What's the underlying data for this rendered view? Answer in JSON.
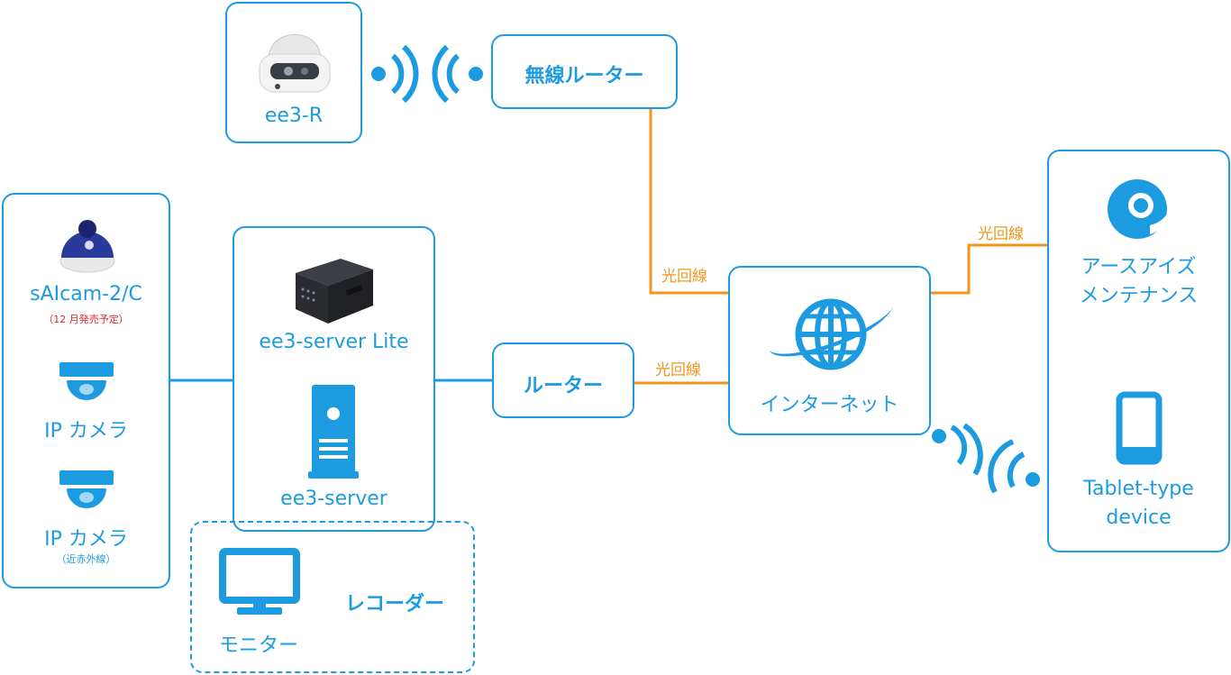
{
  "devices": {
    "ee3r": "ee3-R",
    "wireless_router": "無線ルーター",
    "saicam": "sAIcam-2/C",
    "saicam_note": "（12 月発売予定）",
    "ipcam1": "IP カメラ",
    "ipcam2": "IP カメラ",
    "ipcam2_note": "（近赤外線）",
    "server_lite": "ee3-server Lite",
    "server": "ee3-server",
    "router": "ルーター",
    "internet": "インターネット",
    "earth_eyes_line1": "アースアイズ",
    "earth_eyes_line2": "メンテナンス",
    "tablet_line1": "Tablet-type",
    "tablet_line2": "device",
    "monitor": "モニター",
    "recorder": "レコーダー"
  },
  "links": {
    "fiber1": "光回線",
    "fiber2": "光回線",
    "fiber3": "光回線"
  },
  "colors": {
    "primary": "#1c9be0",
    "fiber": "#f0961e",
    "note_red": "#e0262b"
  }
}
